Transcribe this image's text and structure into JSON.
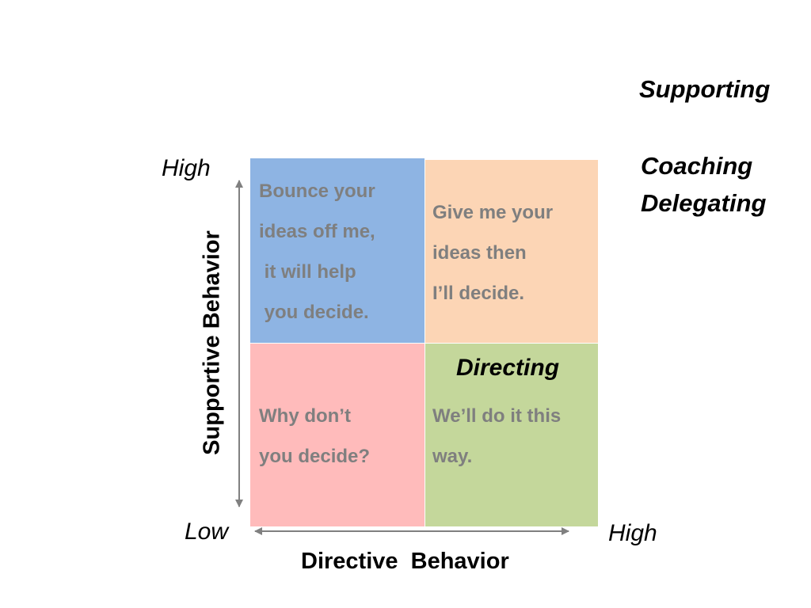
{
  "labels": {
    "supporting": "Supporting",
    "coaching": "Coaching",
    "delegating": "Delegating",
    "directing": "Directing"
  },
  "quadrants": {
    "top_left": {
      "color": "#8eb4e3",
      "text": "Bounce your\nideas off me,\n it will help\n you decide."
    },
    "top_right": {
      "color": "#fcd5b5",
      "text": "Give me your\nideas then\nI’ll decide."
    },
    "bottom_left": {
      "color": "#ffbbbb",
      "text": "Why don’t\nyou decide?"
    },
    "bottom_right": {
      "color": "#c4d79b",
      "text": "We’ll do it this\nway."
    }
  },
  "axes": {
    "y_title": "Supportive Behavior",
    "x_title": "Directive  Behavior",
    "y_high": "High",
    "origin_low": "Low",
    "x_high": "High"
  }
}
